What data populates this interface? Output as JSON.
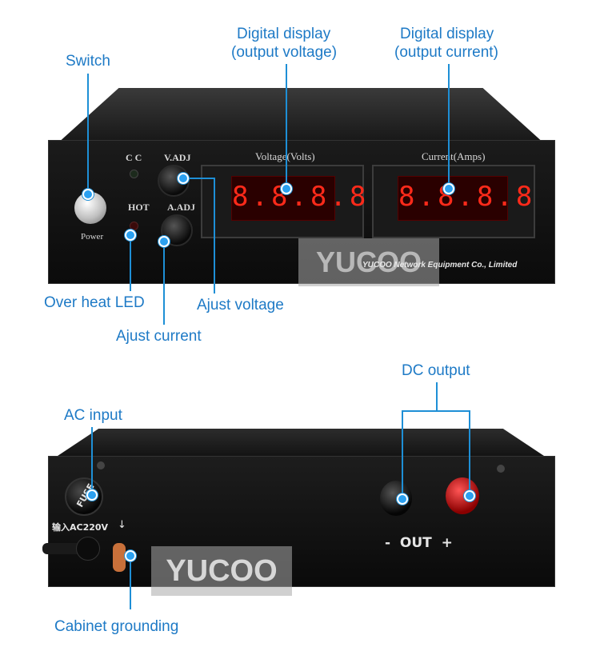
{
  "front": {
    "callouts": {
      "switch": "Switch",
      "display_voltage_1": "Digital display",
      "display_voltage_2": "(output voltage)",
      "display_current_1": "Digital display",
      "display_current_2": "(output current)",
      "overheat": "Over heat LED",
      "ajust_voltage": "Ajust voltage",
      "ajust_current": "Ajust current"
    },
    "panel": {
      "cc": "C C",
      "vadj": "V.ADJ",
      "hot": "HOT",
      "aadj": "A.ADJ",
      "power": "Power",
      "voltage_title": "Voltage(Volts)",
      "current_title": "Current(Amps)",
      "voltage_reading": "8.8.8.8",
      "current_reading": "8.8.8.8",
      "company": "YUCOO Network Equipment Co., Limited",
      "watermark": "YUCOO"
    }
  },
  "back": {
    "callouts": {
      "dc_output": "DC output",
      "ac_input": "AC input",
      "grounding": "Cabinet grounding"
    },
    "panel": {
      "fuse": "FUSE",
      "ac_label": "输入AC220V",
      "arrow": "↓",
      "out": "-  OUT  +",
      "watermark": "YUCOO"
    }
  },
  "colors": {
    "callout_text": "#1e7ac6",
    "callout_line": "#1e8fd6",
    "display_digits": "#ff2a1a",
    "unit_body": "#111111"
  }
}
